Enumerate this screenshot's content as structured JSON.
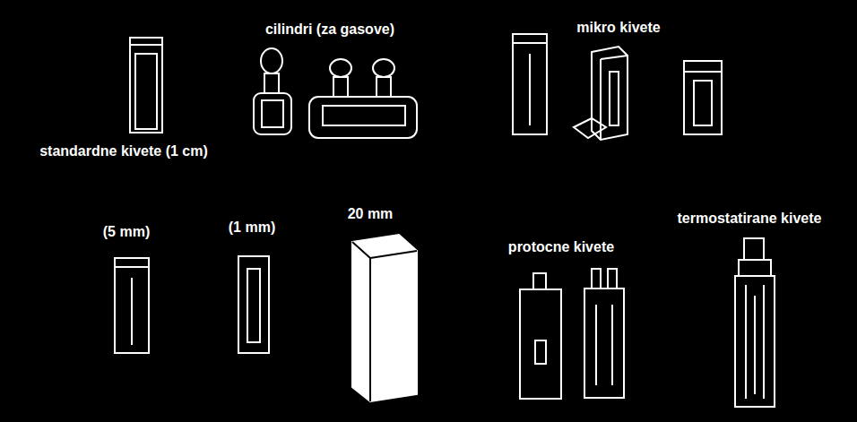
{
  "diagram": {
    "labels": [
      "cilindri (za gasove)",
      "mikro kivete",
      "standardne kivete (1 cm)",
      "(5 mm)",
      "(1 mm)",
      "20 mm",
      "protocne kivete",
      "termostatirane kivete"
    ]
  }
}
